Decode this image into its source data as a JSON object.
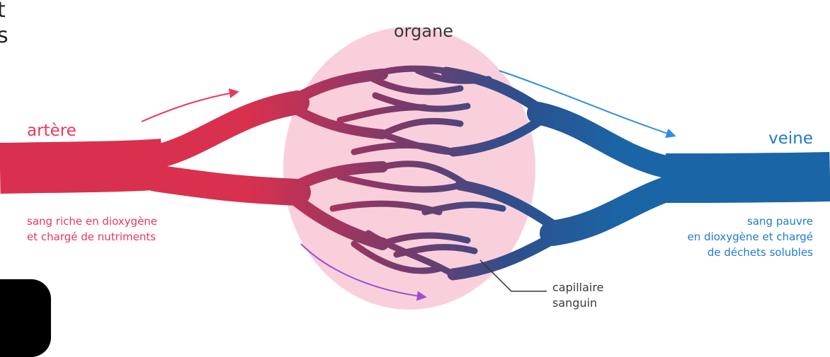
{
  "header_fragment": {
    "line1": "t",
    "line2": "s"
  },
  "labels": {
    "organ": "organe",
    "artery": "artère",
    "vein": "veine",
    "artery_desc": [
      "sang riche en dioxygène",
      "et chargé de nutriments"
    ],
    "vein_desc": [
      "sang pauvre",
      "en dioxygène et chargé",
      "de déchets solubles"
    ],
    "capillary": [
      "capillaire",
      "sanguin"
    ]
  },
  "colors": {
    "artery": "#e8385c",
    "vein": "#1a65a6",
    "organ": "#f9cfdc",
    "flow_arrow_artery": "#e8385c",
    "flow_arrow_vein": "#2e8ee6",
    "flow_arrow_capillary": "#9b4fd0",
    "annotation": "#3a3a3a"
  }
}
